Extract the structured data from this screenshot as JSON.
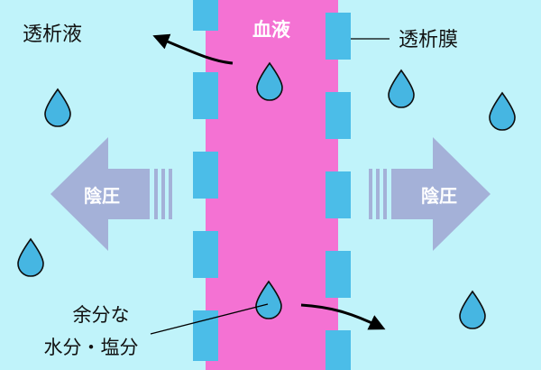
{
  "labels": {
    "dialysate": "透析液",
    "blood": "血液",
    "membrane": "透析膜",
    "pressure_left": "陰圧",
    "pressure_right": "陰圧",
    "excess_line1": "余分な",
    "excess_line2": "水分・塩分"
  },
  "colors": {
    "dialysate_bg": "#c0f3fa",
    "blood_bg": "#f472d3",
    "membrane": "#4bbde8",
    "drop_fill": "#46b6e2",
    "drop_stroke": "#0d0d0d",
    "arrow_fill": "#a4b1d8",
    "label_dark": "#111111",
    "label_white": "#ffffff",
    "flow_arrow": "#000000"
  },
  "icons": {
    "drop": "water-drop-icon",
    "pressure_arrow": "arrow-icon",
    "flow_arrow": "curved-arrow-icon"
  }
}
